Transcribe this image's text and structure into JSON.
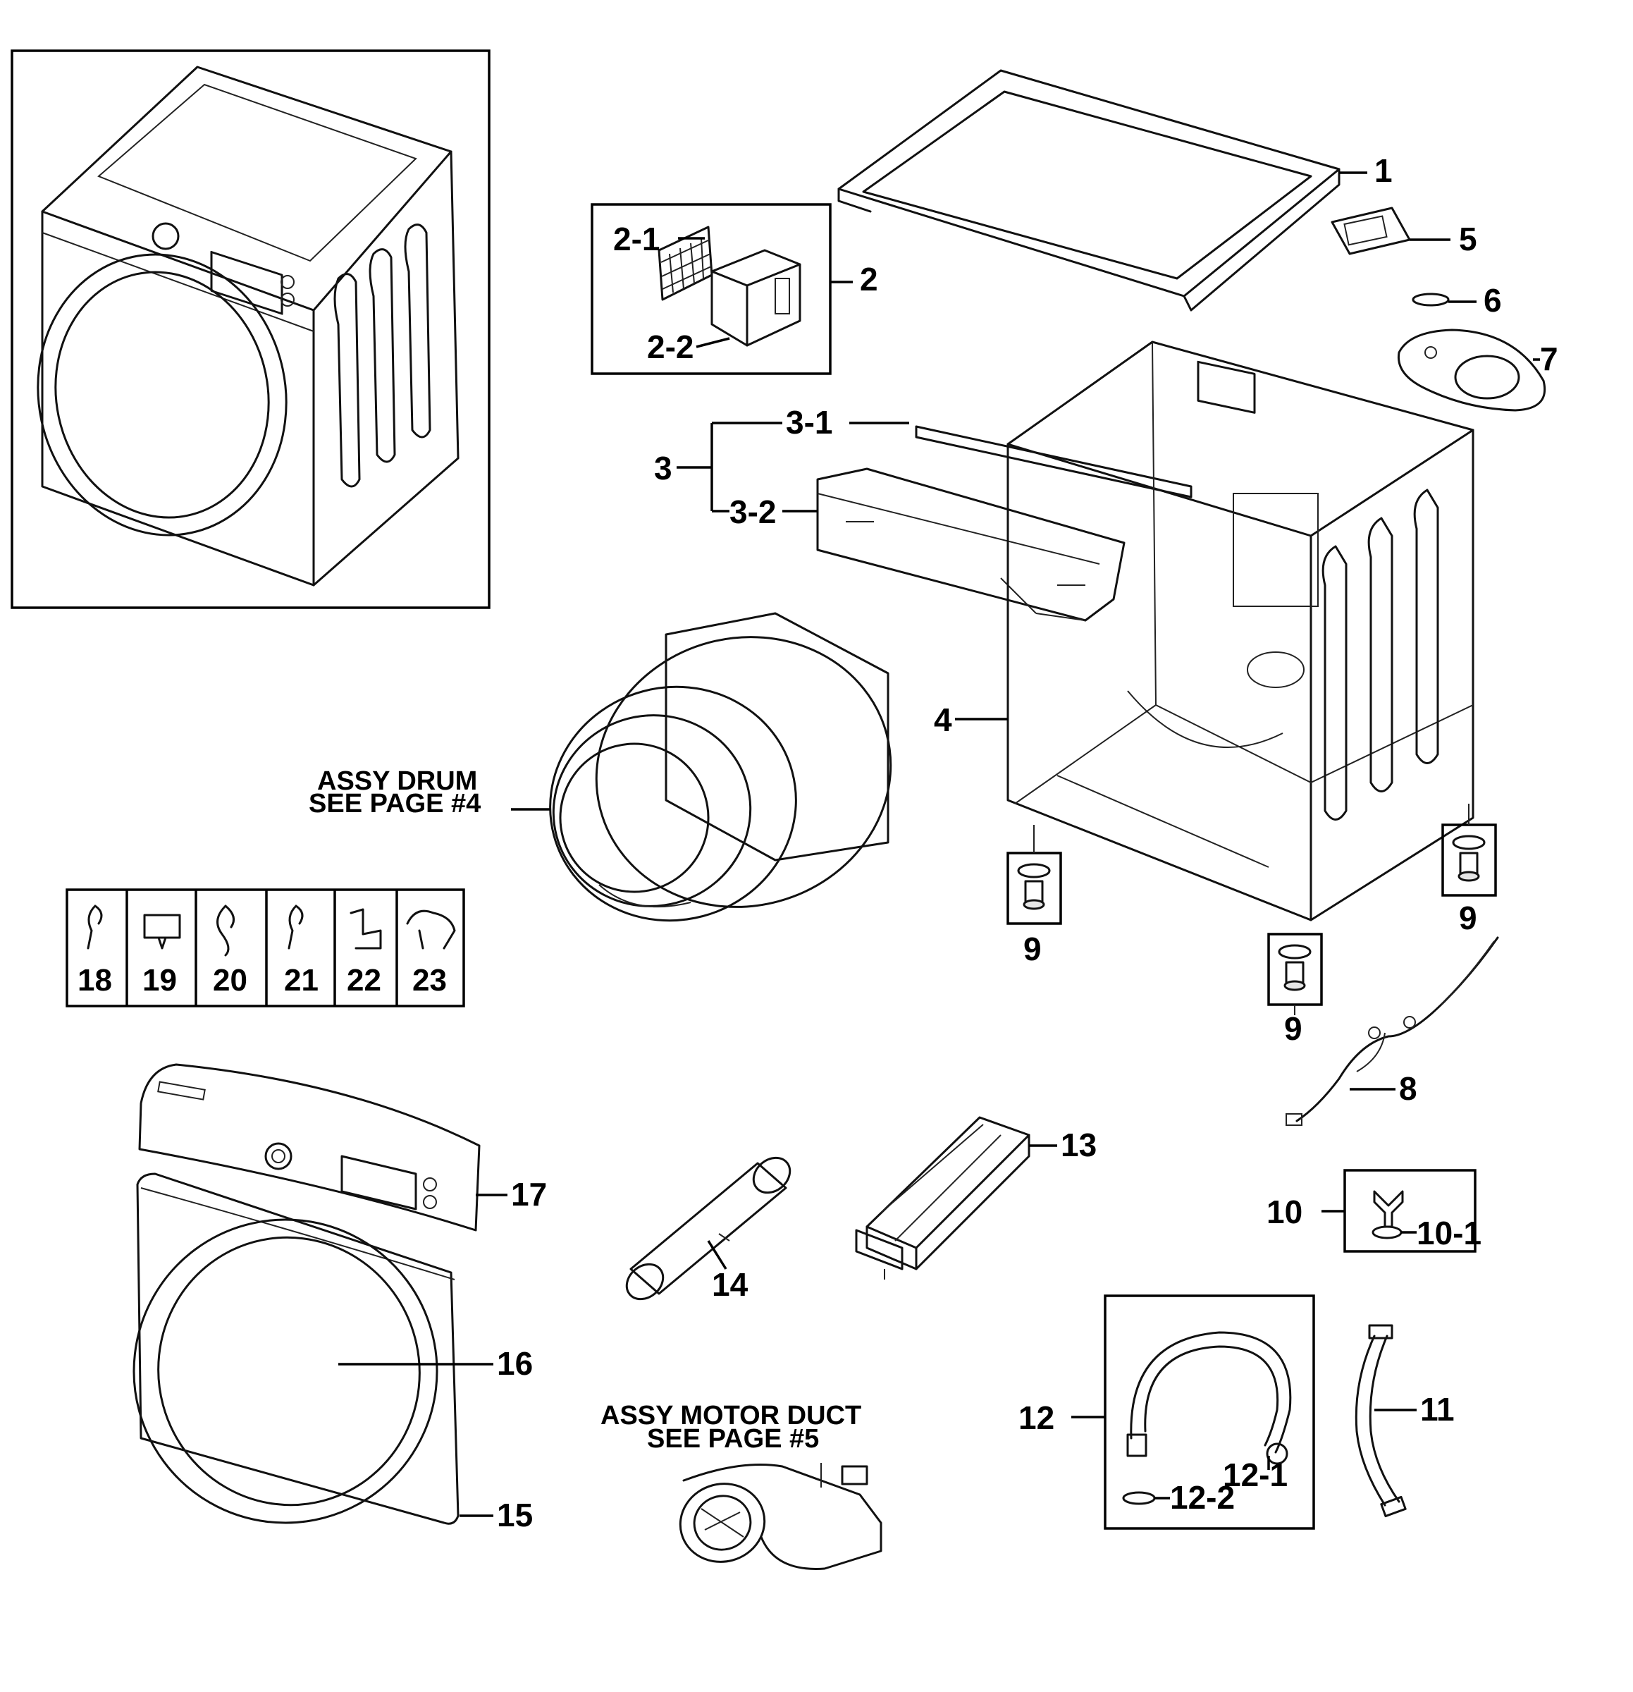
{
  "callouts": {
    "c1": "1",
    "c2": "2",
    "c2_1": "2-1",
    "c2_2": "2-2",
    "c3": "3",
    "c3_1": "3-1",
    "c3_2": "3-2",
    "c4": "4",
    "c5": "5",
    "c6": "6",
    "c7": "7",
    "c8": "8",
    "c9a": "9",
    "c9b": "9",
    "c9c": "9",
    "c10": "10",
    "c10_1": "10-1",
    "c11": "11",
    "c12": "12",
    "c12_1": "12-1",
    "c12_2": "12-2",
    "c13": "13",
    "c14": "14",
    "c15": "15",
    "c16": "16",
    "c17": "17",
    "c18": "18",
    "c19": "19",
    "c20": "20",
    "c21": "21",
    "c22": "22",
    "c23": "23"
  },
  "notes": {
    "drum_line1": "ASSY DRUM",
    "drum_line2": "SEE PAGE #4",
    "motor_line1": "ASSY MOTOR DUCT",
    "motor_line2": "SEE PAGE #5"
  }
}
